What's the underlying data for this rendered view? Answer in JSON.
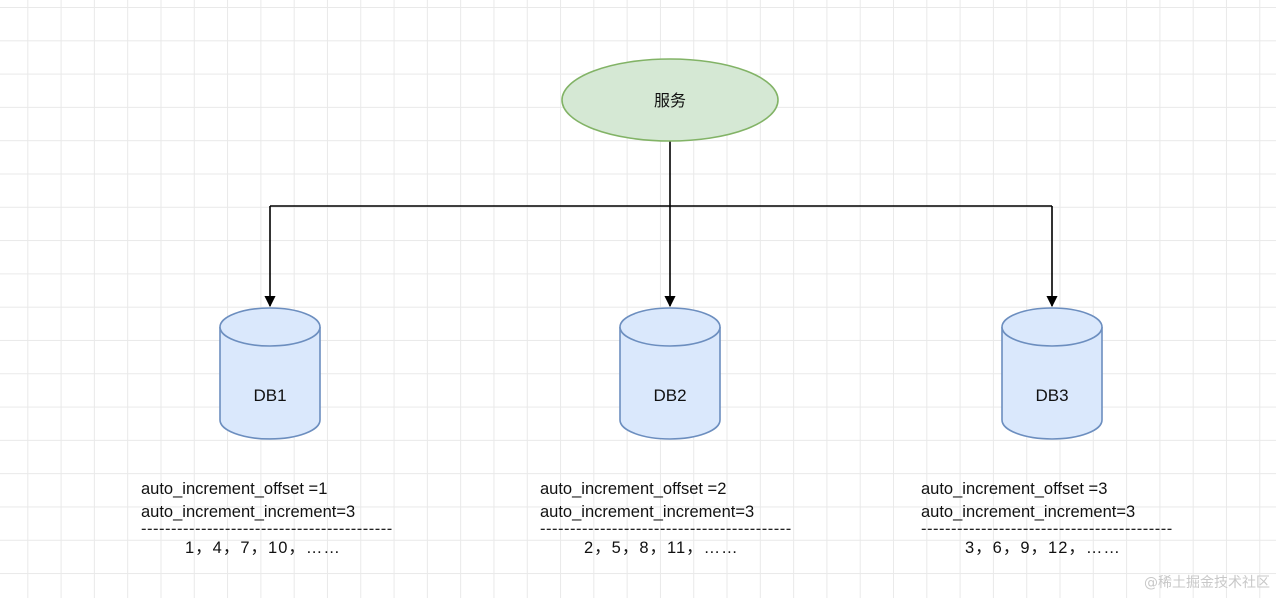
{
  "service": {
    "label": "服务"
  },
  "databases": [
    {
      "label": "DB1",
      "offset_line": "auto_increment_offset =1",
      "increment_line": "auto_increment_increment=3",
      "separator": "------------------------------------------",
      "sequence": "1，4，7，10，……"
    },
    {
      "label": "DB2",
      "offset_line": "auto_increment_offset =2",
      "increment_line": "auto_increment_increment=3",
      "separator": "------------------------------------------",
      "sequence": "2，5，8，11，……"
    },
    {
      "label": "DB3",
      "offset_line": "auto_increment_offset =3",
      "increment_line": "auto_increment_increment=3",
      "separator": "------------------------------------------",
      "sequence": "3，6，9，12，……"
    }
  ],
  "watermark": "@稀土掘金技术社区",
  "colors": {
    "service_fill": "#d5e8d4",
    "service_stroke": "#82b366",
    "db_fill": "#dae8fc",
    "db_stroke": "#6c8ebf",
    "edge": "#000000"
  }
}
